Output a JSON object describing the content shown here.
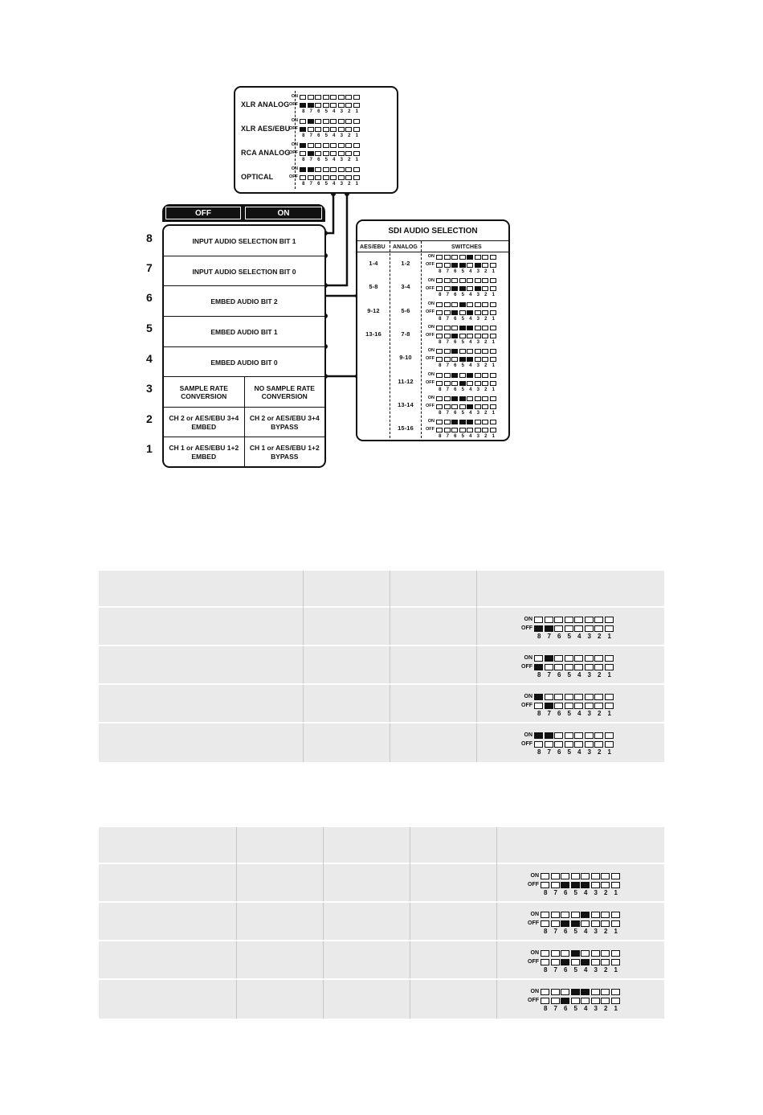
{
  "input_panel": {
    "items": [
      {
        "label": "XLR ANALOG",
        "switches": [
          1,
          1,
          0,
          0,
          0,
          0,
          0,
          0
        ]
      },
      {
        "label": "XLR AES/EBU",
        "switches": [
          1,
          0,
          0,
          0,
          0,
          0,
          0,
          0
        ],
        "on": [
          0,
          1,
          0,
          0,
          0,
          0,
          0,
          0
        ]
      },
      {
        "label": "RCA ANALOG",
        "switches": [
          0,
          1,
          0,
          0,
          0,
          0,
          0,
          0
        ],
        "on": [
          1,
          0,
          0,
          0,
          0,
          0,
          0,
          0
        ]
      },
      {
        "label": "OPTICAL",
        "switches": [
          0,
          0,
          0,
          0,
          0,
          0,
          0,
          0
        ],
        "on": [
          1,
          1,
          0,
          0,
          0,
          0,
          0,
          0
        ]
      }
    ],
    "on_label": "ON",
    "off_label": "OFF",
    "numbers": [
      "8",
      "7",
      "6",
      "5",
      "4",
      "3",
      "2",
      "1"
    ]
  },
  "main_panel": {
    "off_tab": "OFF",
    "on_tab": "ON",
    "rows": [
      {
        "num": "8",
        "label": "INPUT AUDIO SELECTION BIT 1"
      },
      {
        "num": "7",
        "label": "INPUT AUDIO SELECTION BIT 0"
      },
      {
        "num": "6",
        "label": "EMBED AUDIO BIT 2"
      },
      {
        "num": "5",
        "label": "EMBED AUDIO BIT 1"
      },
      {
        "num": "4",
        "label": "EMBED AUDIO BIT 0"
      },
      {
        "num": "3",
        "off": "SAMPLE RATE CONVERSION",
        "on": "NO SAMPLE RATE CONVERSION"
      },
      {
        "num": "2",
        "off": "CH 2 or AES/EBU 3+4 EMBED",
        "on": "CH 2 or AES/EBU 3+4 BYPASS"
      },
      {
        "num": "1",
        "off": "CH 1 or AES/EBU 1+2 EMBED",
        "on": "CH 1 or AES/EBU 1+2 BYPASS"
      }
    ]
  },
  "sdi_panel": {
    "title": "SDI AUDIO SELECTION",
    "col_aes": "AES/EBU",
    "col_analog": "ANALOG",
    "col_switches": "SWITCHES",
    "rows": [
      {
        "aes": "1-4",
        "analog": "1-2",
        "on": [
          0,
          0,
          0,
          0,
          1,
          0,
          0,
          0
        ],
        "off": [
          0,
          0,
          1,
          1,
          0,
          1,
          0,
          0
        ]
      },
      {
        "aes": "5-8",
        "analog": "3-4",
        "on": [
          0,
          0,
          0,
          0,
          0,
          0,
          0,
          0
        ],
        "off": [
          0,
          0,
          1,
          1,
          0,
          1,
          0,
          0
        ]
      },
      {
        "aes": "9-12",
        "analog": "5-6",
        "on": [
          0,
          0,
          0,
          1,
          0,
          0,
          0,
          0
        ],
        "off": [
          0,
          0,
          1,
          0,
          1,
          0,
          0,
          0
        ]
      },
      {
        "aes": "13-16",
        "analog": "7-8",
        "on": [
          0,
          0,
          0,
          1,
          1,
          0,
          0,
          0
        ],
        "off": [
          0,
          0,
          1,
          0,
          0,
          0,
          0,
          0
        ]
      },
      {
        "aes": "",
        "analog": "9-10",
        "on": [
          0,
          0,
          1,
          0,
          0,
          0,
          0,
          0
        ],
        "off": [
          0,
          0,
          0,
          1,
          1,
          0,
          0,
          0
        ]
      },
      {
        "aes": "",
        "analog": "11-12",
        "on": [
          0,
          0,
          1,
          0,
          1,
          0,
          0,
          0
        ],
        "off": [
          0,
          0,
          0,
          1,
          0,
          0,
          0,
          0
        ]
      },
      {
        "aes": "",
        "analog": "13-14",
        "on": [
          0,
          0,
          1,
          1,
          0,
          0,
          0,
          0
        ],
        "off": [
          0,
          0,
          0,
          0,
          1,
          0,
          0,
          0
        ]
      },
      {
        "aes": "",
        "analog": "15-16",
        "on": [
          0,
          0,
          1,
          1,
          1,
          0,
          0,
          0
        ],
        "off": [
          0,
          0,
          0,
          0,
          0,
          0,
          0,
          0
        ]
      }
    ]
  },
  "table1": {
    "rows": [
      {
        "on": [
          0,
          0,
          0,
          0,
          0,
          0,
          0,
          0
        ],
        "off": [
          1,
          1,
          0,
          0,
          0,
          0,
          0,
          0
        ]
      },
      {
        "on": [
          0,
          1,
          0,
          0,
          0,
          0,
          0,
          0
        ],
        "off": [
          1,
          0,
          0,
          0,
          0,
          0,
          0,
          0
        ]
      },
      {
        "on": [
          1,
          0,
          0,
          0,
          0,
          0,
          0,
          0
        ],
        "off": [
          0,
          1,
          0,
          0,
          0,
          0,
          0,
          0
        ]
      },
      {
        "on": [
          1,
          1,
          0,
          0,
          0,
          0,
          0,
          0
        ],
        "off": [
          0,
          0,
          0,
          0,
          0,
          0,
          0,
          0
        ]
      }
    ]
  },
  "table2": {
    "rows": [
      {
        "on": [
          0,
          0,
          0,
          0,
          0,
          0,
          0,
          0
        ],
        "off": [
          0,
          0,
          1,
          1,
          1,
          0,
          0,
          0
        ]
      },
      {
        "on": [
          0,
          0,
          0,
          0,
          1,
          0,
          0,
          0
        ],
        "off": [
          0,
          0,
          1,
          1,
          0,
          0,
          0,
          0
        ]
      },
      {
        "on": [
          0,
          0,
          0,
          1,
          0,
          0,
          0,
          0
        ],
        "off": [
          0,
          0,
          1,
          0,
          1,
          0,
          0,
          0
        ]
      },
      {
        "on": [
          0,
          0,
          0,
          1,
          1,
          0,
          0,
          0
        ],
        "off": [
          0,
          0,
          1,
          0,
          0,
          0,
          0,
          0
        ]
      }
    ]
  }
}
